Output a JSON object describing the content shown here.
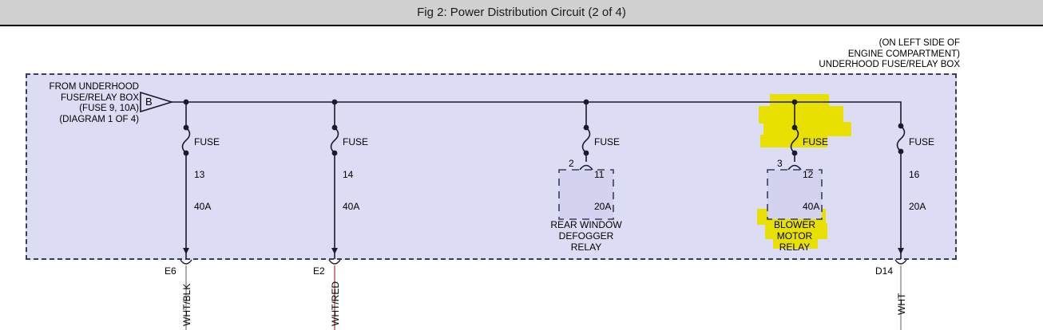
{
  "header": {
    "title": "Fig 2: Power Distribution Circuit (2 of 4)",
    "background": "#d0d0d0"
  },
  "diagram": {
    "corner_note": "(ON LEFT SIDE OF\nENGINE COMPARTMENT)\nUNDERHOOD FUSE/RELAY BOX",
    "box_fill": "#dcdcf5",
    "box_border": "#3b3b5c",
    "highlight_color": "#e8e000",
    "source": {
      "label": "FROM UNDERHOOD\nFUSE/RELAY BOX\n(FUSE 9, 10A)\n(DIAGRAM 1 OF 4)",
      "connector_letter": "B"
    },
    "fuses": [
      {
        "name": "FUSE",
        "number": "13",
        "rating": "40A",
        "highlighted": false
      },
      {
        "name": "FUSE",
        "number": "14",
        "rating": "40A",
        "highlighted": false
      },
      {
        "name": "FUSE",
        "number": "11",
        "rating": "20A",
        "highlighted": false
      },
      {
        "name": "FUSE",
        "number": "12",
        "rating": "40A",
        "highlighted": true
      },
      {
        "name": "FUSE",
        "number": "16",
        "rating": "20A",
        "highlighted": false
      }
    ],
    "relays": [
      {
        "label": "REAR WINDOW\nDEFOGGER\nRELAY",
        "pin": "2",
        "highlighted": false
      },
      {
        "label": "BLOWER\nMOTOR\nRELAY",
        "pin": "3",
        "highlighted": true
      }
    ],
    "terminals": [
      {
        "id": "E6",
        "wire": "WHT/BLK",
        "wire_color": "#9a9a9a"
      },
      {
        "id": "E2",
        "wire": "WHT/RED",
        "wire_color": "#c06a6a"
      },
      {
        "id": "D14",
        "wire": "WHT",
        "wire_color": "#9a9a9a"
      }
    ]
  }
}
